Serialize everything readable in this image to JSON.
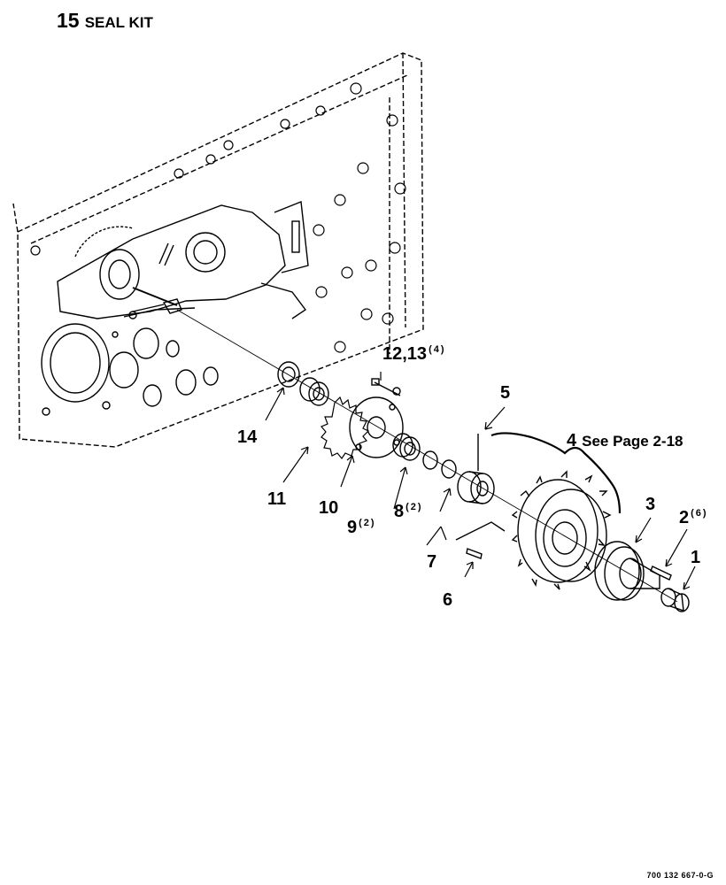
{
  "title": {
    "number": "15",
    "text": "SEAL KIT"
  },
  "callouts": [
    {
      "id": "c1",
      "label": "1",
      "qty": "",
      "note": ""
    },
    {
      "id": "c2",
      "label": "2",
      "qty": "(6)",
      "note": ""
    },
    {
      "id": "c3",
      "label": "3",
      "qty": "",
      "note": ""
    },
    {
      "id": "c4",
      "label": "4",
      "qty": "",
      "note": "See Page 2-18"
    },
    {
      "id": "c5",
      "label": "5",
      "qty": "",
      "note": ""
    },
    {
      "id": "c6",
      "label": "6",
      "qty": "",
      "note": ""
    },
    {
      "id": "c7",
      "label": "7",
      "qty": "",
      "note": ""
    },
    {
      "id": "c8",
      "label": "8",
      "qty": "(2)",
      "note": ""
    },
    {
      "id": "c9",
      "label": "9",
      "qty": "(2)",
      "note": ""
    },
    {
      "id": "c10",
      "label": "10",
      "qty": "",
      "note": ""
    },
    {
      "id": "c11",
      "label": "11",
      "qty": "",
      "note": ""
    },
    {
      "id": "c12",
      "label": "12,13",
      "qty": "(4)",
      "note": ""
    },
    {
      "id": "c14",
      "label": "14",
      "qty": "",
      "note": ""
    }
  ],
  "figure_number": "700 132 667-0-G"
}
